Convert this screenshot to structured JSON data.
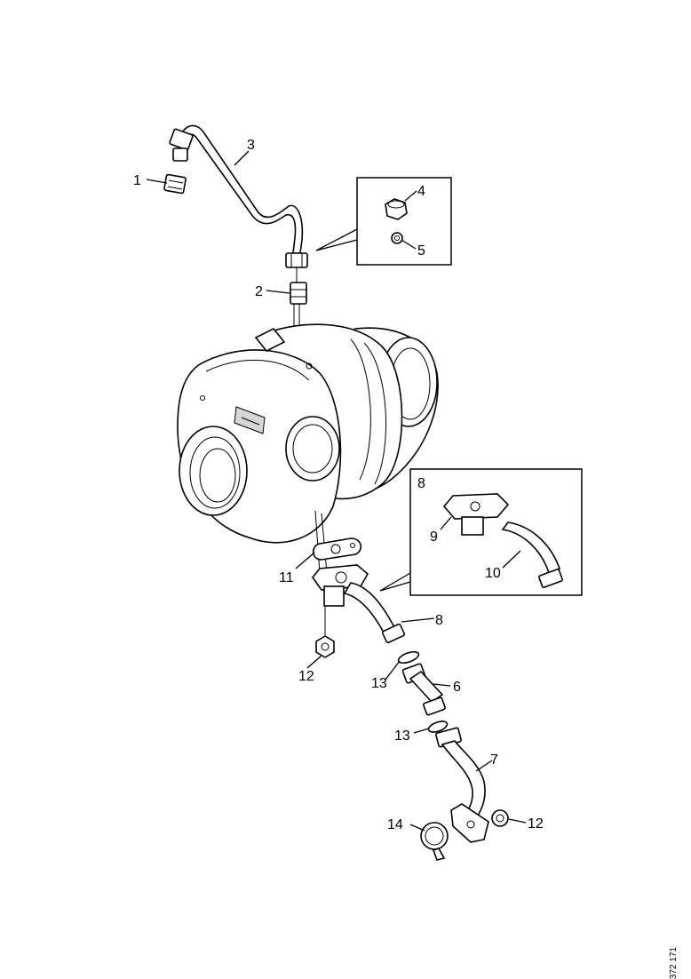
{
  "labels": {
    "p1": "1",
    "p2": "2",
    "p3": "3",
    "p4": "4",
    "p5": "5",
    "p6": "6",
    "p7": "7",
    "p8": "8",
    "p8_inset": "8",
    "p9": "9",
    "p10": "10",
    "p11": "11",
    "p12_left": "12",
    "p12_right": "12",
    "p13_upper": "13",
    "p13_lower": "13",
    "p14": "14"
  },
  "reference_code": "372 171"
}
